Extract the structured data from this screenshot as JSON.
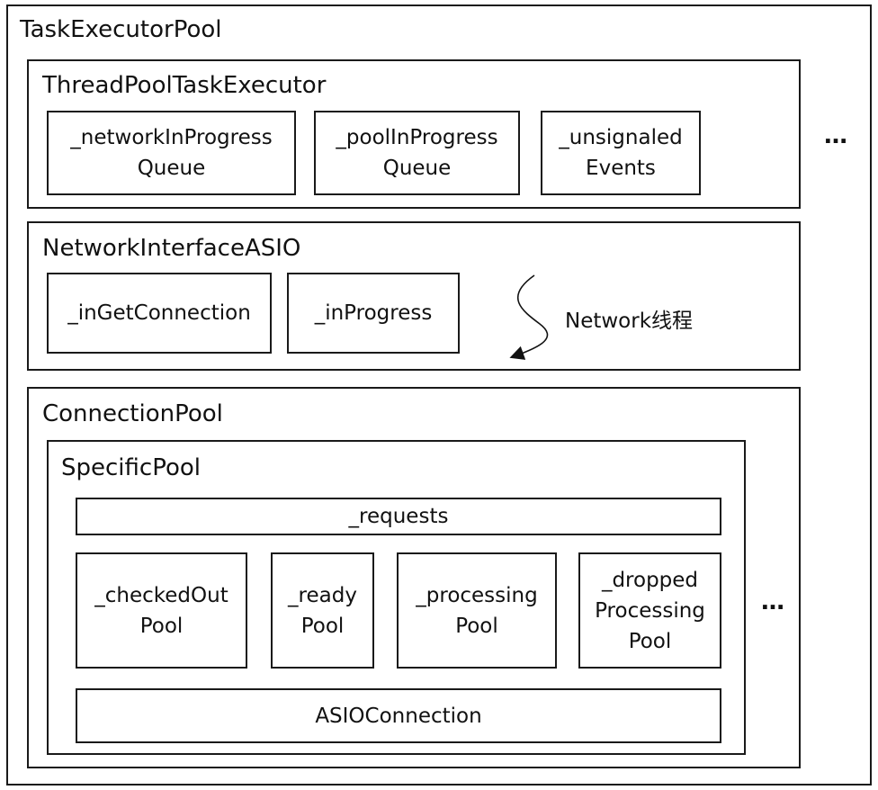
{
  "outer": {
    "title": "TaskExecutorPool",
    "more": "…"
  },
  "thread_pool": {
    "title": "ThreadPoolTaskExecutor",
    "items": [
      "_networkInProgress\nQueue",
      "_poolInProgress\nQueue",
      "_unsignaled\nEvents"
    ]
  },
  "network": {
    "title": "NetworkInterfaceASIO",
    "items": [
      "_inGetConnection",
      "_inProgress"
    ],
    "thread_label": "Network线程"
  },
  "connection_pool": {
    "title": "ConnectionPool",
    "more": "…",
    "specific_pool": {
      "title": "SpecificPool",
      "requests": "_requests",
      "pools": [
        "_checkedOut\nPool",
        "_ready\nPool",
        "_processing\nPool",
        "_dropped\nProcessing\nPool"
      ],
      "connection": "ASIOConnection"
    }
  }
}
